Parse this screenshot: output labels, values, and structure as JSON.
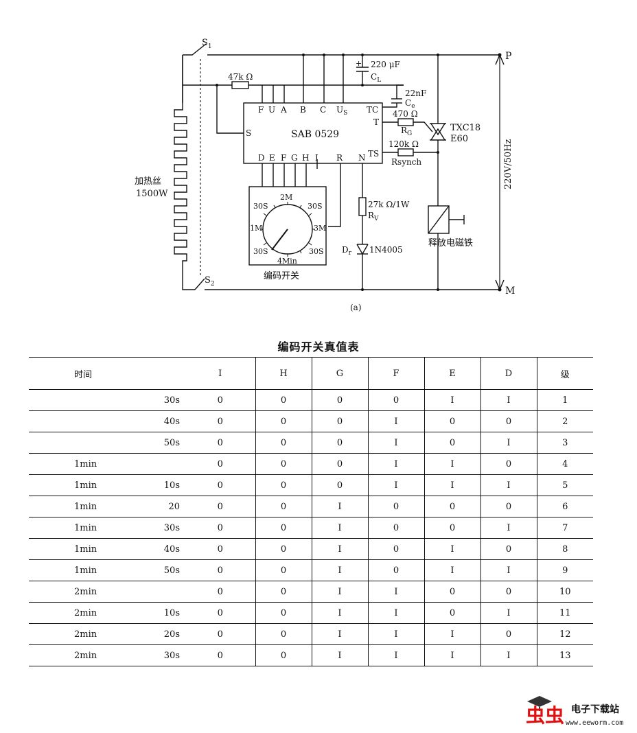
{
  "circuit": {
    "caption": "(a)",
    "ic": {
      "name": "SAB  0529",
      "pins_top": [
        "F",
        "U",
        "A",
        "B",
        "C",
        "U",
        "TC"
      ],
      "pin_us_sub": "S",
      "pin_s": "S",
      "pin_t": "T",
      "pin_ts": "TS",
      "pins_bottom": [
        "D",
        "E",
        "F",
        "G",
        "H",
        "I",
        "R",
        "N"
      ]
    },
    "components": {
      "r_top": "47k Ω",
      "cap_cl_value": "220 μF",
      "cap_cl_label": "C",
      "cap_cl_sub": "L",
      "cap_ce_value": "22nF",
      "cap_ce_label": "C",
      "cap_ce_sub": "e",
      "rg_value": "470 Ω",
      "rg_label": "R",
      "rg_sub": "G",
      "rsynch_value": "120k Ω",
      "rsynch_label": "Rsynch",
      "triac_name": "TXC18",
      "triac_type": "E60",
      "rv_value": "27k Ω/1W",
      "rv_label": "R",
      "rv_sub": "V",
      "diode_label": "D",
      "diode_sub": "r",
      "diode_part": "1N4005",
      "heater_name": "加热丝",
      "heater_power": "1500W",
      "s1": "S",
      "s1_sub": "1",
      "s2": "S",
      "s2_sub": "2",
      "terminal_p": "P",
      "terminal_m": "M",
      "mains": "220V/50Hz",
      "magnet": "释放电磁铁"
    },
    "dial": {
      "label": "编码开关",
      "marks": {
        "top": "2M",
        "upper_left": "30S",
        "upper_right": "30S",
        "left": "1M",
        "right": "3M",
        "lower_left": "30S",
        "lower_right": "30S",
        "bottom": "4Min"
      }
    }
  },
  "table": {
    "title": "编码开关真值表",
    "headers": [
      "时间",
      "I",
      "H",
      "G",
      "F",
      "E",
      "D",
      "级"
    ],
    "rows": [
      [
        "",
        "30s",
        "0",
        "0",
        "0",
        "0",
        "I",
        "I",
        "1"
      ],
      [
        "",
        "40s",
        "0",
        "0",
        "0",
        "I",
        "0",
        "0",
        "2"
      ],
      [
        "",
        "50s",
        "0",
        "0",
        "0",
        "I",
        "0",
        "I",
        "3"
      ],
      [
        "1min",
        "",
        "0",
        "0",
        "0",
        "I",
        "I",
        "0",
        "4"
      ],
      [
        "1min",
        "10s",
        "0",
        "0",
        "0",
        "I",
        "I",
        "I",
        "5"
      ],
      [
        "1min",
        "20",
        "0",
        "0",
        "I",
        "0",
        "0",
        "0",
        "6"
      ],
      [
        "1min",
        "30s",
        "0",
        "0",
        "I",
        "0",
        "0",
        "I",
        "7"
      ],
      [
        "1min",
        "40s",
        "0",
        "0",
        "I",
        "0",
        "I",
        "0",
        "8"
      ],
      [
        "1min",
        "50s",
        "0",
        "0",
        "I",
        "0",
        "I",
        "I",
        "9"
      ],
      [
        "2min",
        "",
        "0",
        "0",
        "I",
        "I",
        "0",
        "0",
        "10"
      ],
      [
        "2min",
        "10s",
        "0",
        "0",
        "I",
        "I",
        "0",
        "I",
        "11"
      ],
      [
        "2min",
        "20s",
        "0",
        "0",
        "I",
        "I",
        "I",
        "0",
        "12"
      ],
      [
        "2min",
        "30s",
        "0",
        "0",
        "I",
        "I",
        "I",
        "I",
        "13"
      ]
    ]
  },
  "watermark": {
    "site": "电子下载站",
    "url": "www.eeworm.com"
  }
}
